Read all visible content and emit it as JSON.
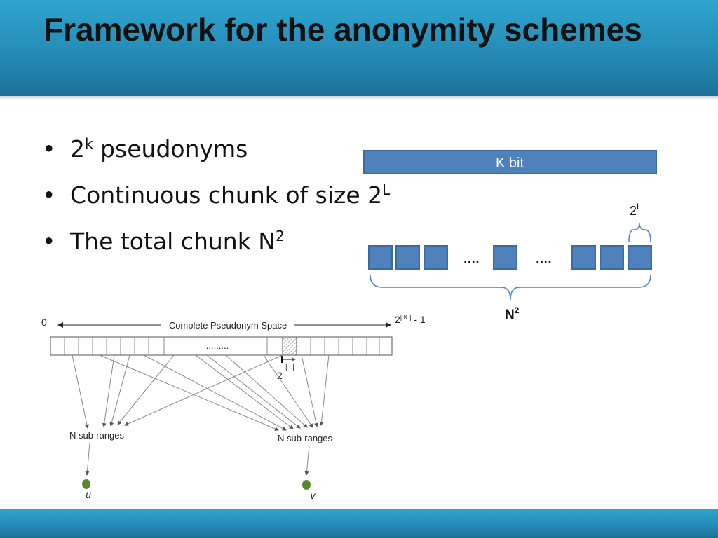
{
  "slide": {
    "title": "Framework for the anonymity schemes",
    "bullets": [
      {
        "base": "2",
        "sup": "k",
        "rest": " pseudonyms"
      },
      {
        "base": "Continuous chunk of size 2",
        "sup": "L",
        "rest": ""
      },
      {
        "base": "The total chunk N",
        "sup": "2",
        "rest": ""
      }
    ]
  },
  "right_diagram": {
    "kbit_label": "K bit",
    "chunk_label_base": "2",
    "chunk_label_sup": "L",
    "ellipsis": "….",
    "total_label_base": "N",
    "total_label_sup": "2",
    "box_color": "#4f81bd",
    "border_color": "#3a6aa0"
  },
  "left_diagram": {
    "start_label": "0",
    "end_label_base": "2",
    "end_label_sup": "| K |",
    "end_label_rest": " - 1",
    "space_label": "Complete Pseudonym Space",
    "dots": ".........",
    "range_label_base": "2",
    "range_label_sup": "| l |",
    "subranges_label": "N sub-ranges",
    "node_u": "u",
    "node_v": "v",
    "node_color": "#5a8a2e"
  }
}
